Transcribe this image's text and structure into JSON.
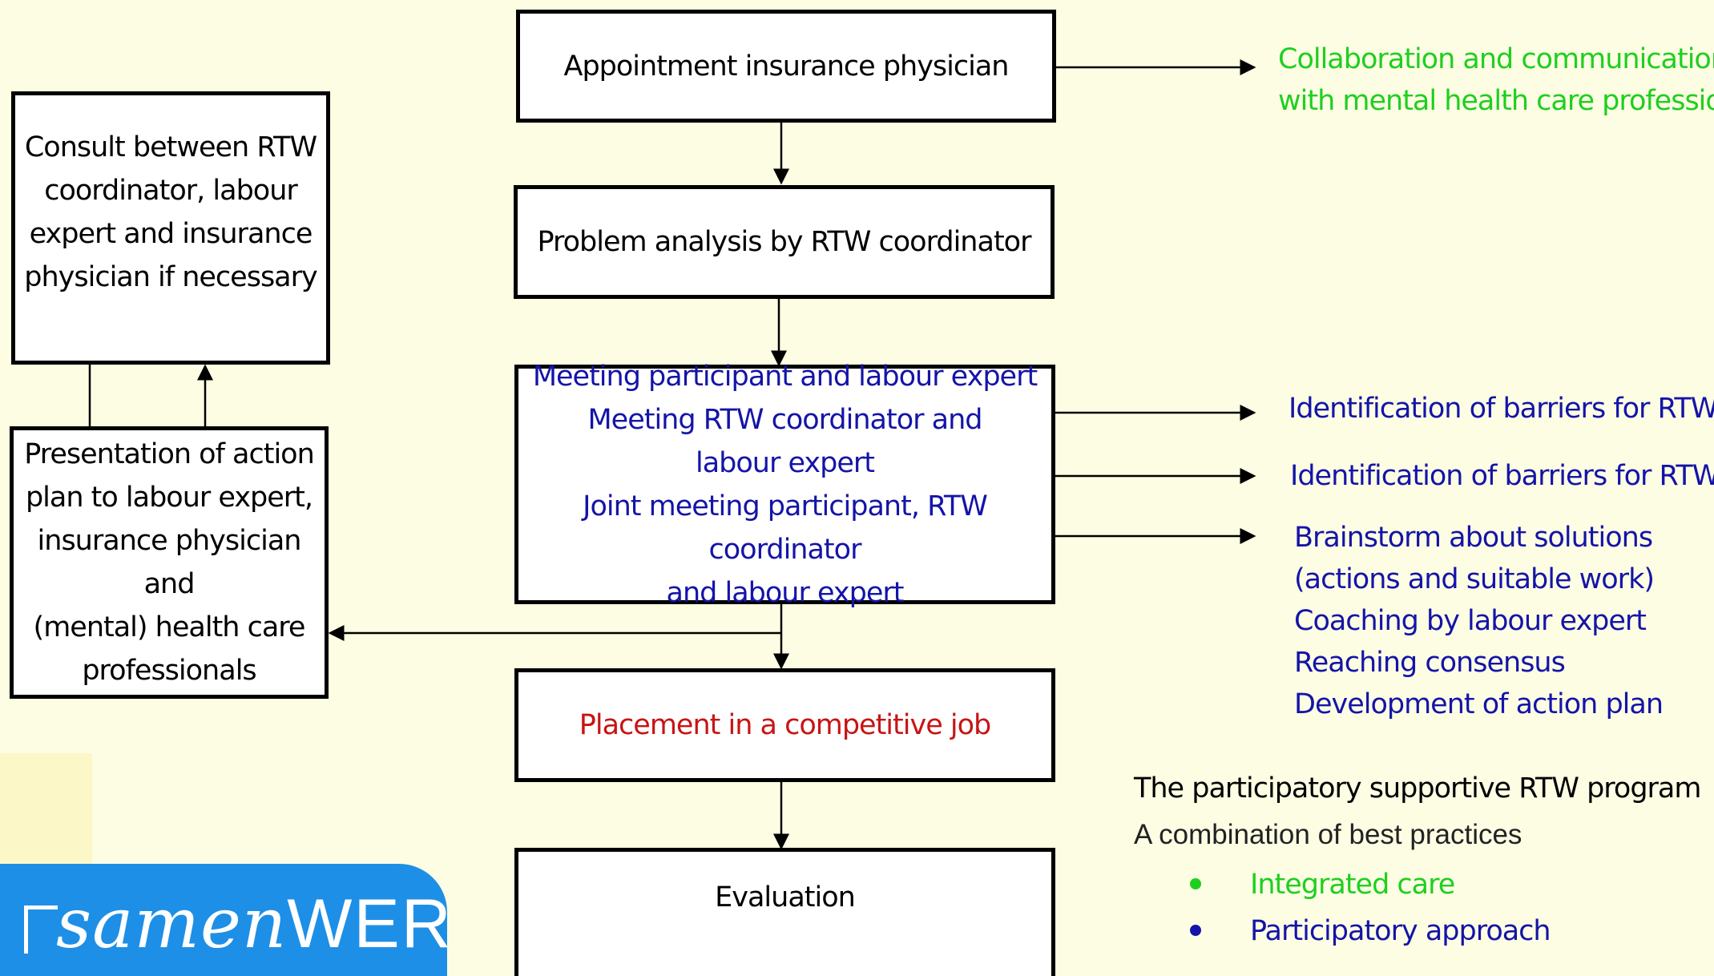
{
  "boxes": {
    "appointment": "Appointment insurance physician",
    "problem_analysis": "Problem analysis by RTW coordinator",
    "meetings": [
      "Meeting participant and labour expert",
      "Meeting RTW coordinator and",
      "labour expert",
      "Joint meeting participant, RTW coordinator",
      "and labour expert"
    ],
    "placement": "Placement in a competitive job",
    "evaluation": "Evaluation",
    "consult": [
      "Consult between RTW",
      "coordinator, labour",
      "expert and insurance",
      "physician if necessary"
    ],
    "presentation": [
      "Presentation of action",
      "plan to labour expert,",
      "insurance physician and",
      "(mental) health care",
      "professionals"
    ]
  },
  "annotations": {
    "collaboration": [
      "Collaboration and communication",
      "with mental health care professionals"
    ],
    "barriers_1": "Identification of barriers for RTW",
    "barriers_2": "Identification of barriers for RTW",
    "solutions": [
      "Brainstorm about solutions",
      "(actions and suitable work)",
      "Coaching by labour expert",
      "Reaching consensus",
      "Development of action plan"
    ]
  },
  "summary": {
    "title": "The participatory supportive RTW program",
    "subtitle": "A combination of best practices",
    "practices": [
      "Integrated care",
      "Participatory approach"
    ]
  },
  "logo": {
    "script_text": "samen",
    "caps_text": "WERK"
  },
  "colors": {
    "background": "#fdfde4",
    "blue_text": "#1414a8",
    "red_text": "#c81414",
    "green_text": "#1fcf1f",
    "logo_blue": "#1e8fe6"
  }
}
